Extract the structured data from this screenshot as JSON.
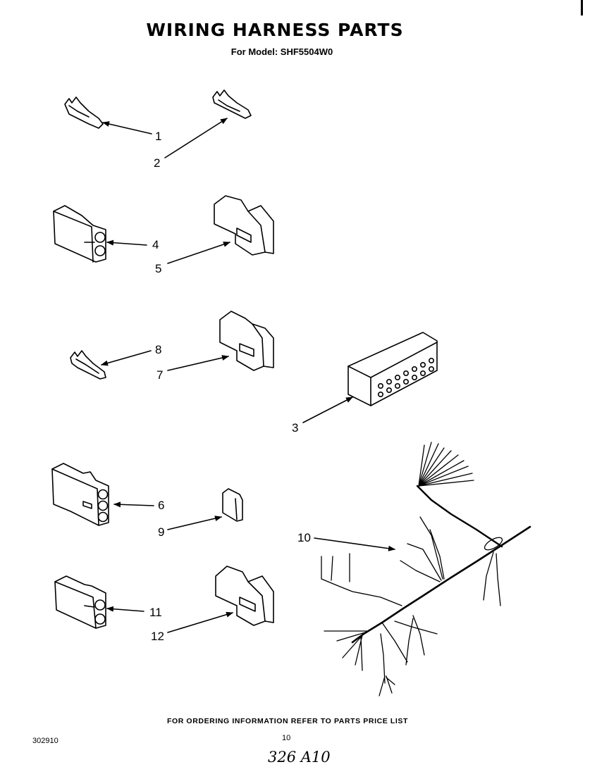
{
  "header": {
    "title": "WIRING HARNESS PARTS",
    "subtitle": "For Model: SHF5504W0"
  },
  "callouts": [
    {
      "id": "1",
      "label": "1"
    },
    {
      "id": "2",
      "label": "2"
    },
    {
      "id": "3",
      "label": "3"
    },
    {
      "id": "4",
      "label": "4"
    },
    {
      "id": "5",
      "label": "5"
    },
    {
      "id": "6",
      "label": "6"
    },
    {
      "id": "7",
      "label": "7"
    },
    {
      "id": "8",
      "label": "8"
    },
    {
      "id": "9",
      "label": "9"
    },
    {
      "id": "10",
      "label": "10"
    },
    {
      "id": "11",
      "label": "11"
    },
    {
      "id": "12",
      "label": "12"
    }
  ],
  "footer": {
    "ordering_note": "FOR ORDERING INFORMATION REFER TO PARTS PRICE LIST",
    "doc_number": "302910",
    "page_number": "10",
    "handwritten": "326 A10"
  }
}
